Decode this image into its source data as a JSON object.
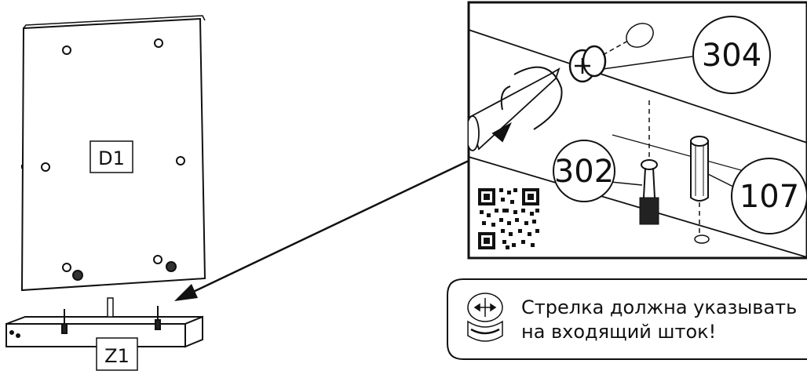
{
  "panel": {
    "label": "D1"
  },
  "base": {
    "label": "Z1"
  },
  "detail": {
    "callouts": [
      {
        "id": "304"
      },
      {
        "id": "302"
      },
      {
        "id": "107"
      }
    ],
    "qr_code": "qr-code"
  },
  "note": {
    "line1": "Стрелка должна указывать",
    "line2": "на входящий шток!",
    "icon": "cam-lock-arrow-icon"
  },
  "colors": {
    "stroke": "#111111",
    "background": "#ffffff"
  }
}
